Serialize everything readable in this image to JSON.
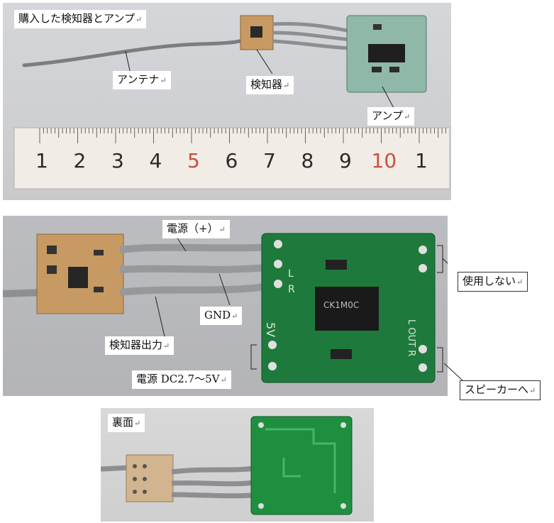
{
  "panel1": {
    "labels": {
      "title": "購入した検知器とアンプ",
      "antenna": "アンテナ",
      "detector": "検知器",
      "amp": "アンプ"
    },
    "ruler_numbers": [
      "1",
      "2",
      "3",
      "4",
      "5",
      "6",
      "7",
      "8",
      "9",
      "10",
      "1"
    ]
  },
  "panel2": {
    "labels": {
      "power_plus": "電源（+）",
      "gnd": "GND",
      "unused": "使用しない",
      "detector_output": "検知器出力",
      "power_dc": "電源 DC2.7〜5V",
      "speaker": "スピーカーへ"
    },
    "pcb_silk": {
      "in_l": "L",
      "in_r": "R",
      "out": "L OUT R",
      "five_v": "5V",
      "chip_text": "CK1M0C"
    }
  },
  "panel3": {
    "labels": {
      "back": "裏面"
    }
  },
  "return_mark": "↵"
}
